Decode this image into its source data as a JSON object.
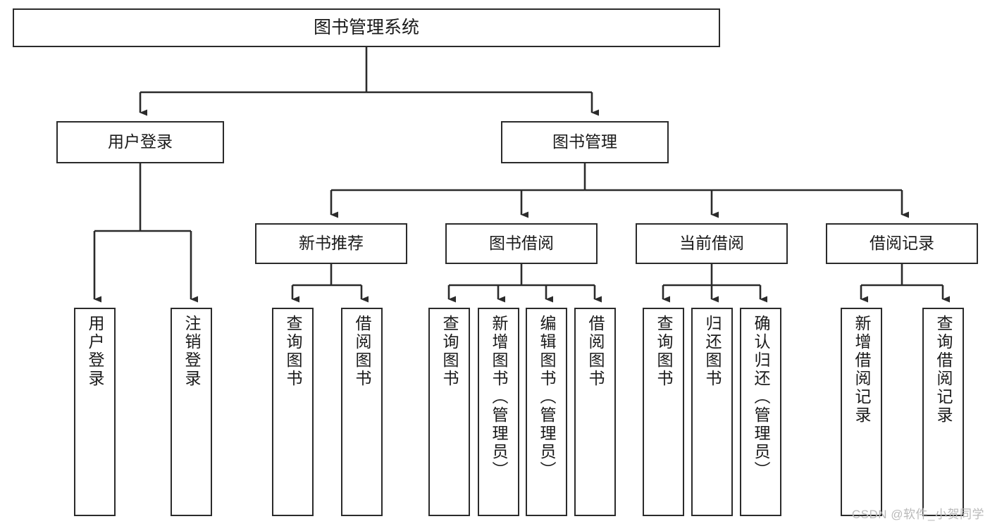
{
  "diagram": {
    "title": "图书管理系统",
    "type": "tree",
    "style": {
      "background": "#ffffff",
      "box_border": "#2b2b2b",
      "box_fill": "#ffffff",
      "text_color": "#1a1a1a",
      "edge_color": "#2b2b2b",
      "watermark_color": "#b9b9b9"
    },
    "watermark": "CSDN @软件_小贺同学",
    "nodes": {
      "root": {
        "label": "图书管理系统",
        "level": 1
      },
      "level2": [
        {
          "id": "user-login",
          "label": "用户登录"
        },
        {
          "id": "book-manage",
          "label": "图书管理"
        }
      ],
      "level3": [
        {
          "id": "new-book-rec",
          "label": "新书推荐"
        },
        {
          "id": "book-borrow",
          "label": "图书借阅"
        },
        {
          "id": "current-borrow",
          "label": "当前借阅"
        },
        {
          "id": "borrow-record",
          "label": "借阅记录"
        }
      ],
      "leaves": {
        "user-login": [
          {
            "id": "leaf-user-login",
            "label": "用户登录"
          },
          {
            "id": "leaf-user-logout",
            "label": "注销登录"
          }
        ],
        "new-book-rec": [
          {
            "id": "leaf-query-book-1",
            "label": "查询图书"
          },
          {
            "id": "leaf-borrow-book-1",
            "label": "借阅图书"
          }
        ],
        "book-borrow": [
          {
            "id": "leaf-query-book-2",
            "label": "查询图书"
          },
          {
            "id": "leaf-add-book",
            "label": "新增图书（管理员）"
          },
          {
            "id": "leaf-edit-book",
            "label": "编辑图书（管理员）"
          },
          {
            "id": "leaf-borrow-book-2",
            "label": "借阅图书"
          }
        ],
        "current-borrow": [
          {
            "id": "leaf-query-book-3",
            "label": "查询图书"
          },
          {
            "id": "leaf-return-book",
            "label": "归还图书"
          },
          {
            "id": "leaf-confirm-return",
            "label": "确认归还（管理员）"
          }
        ],
        "borrow-record": [
          {
            "id": "leaf-add-record",
            "label": "新增借阅记录"
          },
          {
            "id": "leaf-query-record",
            "label": "查询借阅记录"
          }
        ]
      }
    }
  }
}
